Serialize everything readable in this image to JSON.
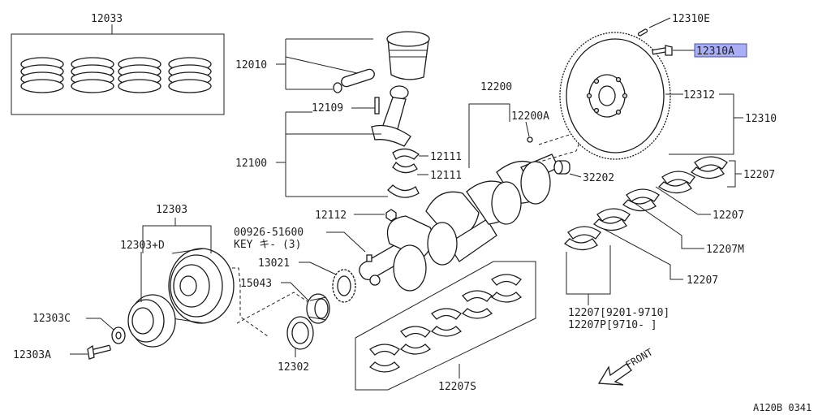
{
  "labels": {
    "p12033": "12033",
    "p12010": "12010",
    "p12109": "12109",
    "p12100": "12100",
    "p12111a": "12111",
    "p12111b": "12111",
    "p12112": "12112",
    "p12200": "12200",
    "p12200a": "12200A",
    "p32202": "32202",
    "p12310e": "12310E",
    "p12310a": "12310A",
    "p12312": "12312",
    "p12310": "12310",
    "p12207_1": "12207",
    "p12207_2": "12207",
    "p12207m": "12207M",
    "p12207_3": "12207",
    "p12207_range1": "12207[9201-9710]",
    "p12207p_range2": "12207P[9710-     ]",
    "p12303": "12303",
    "p12303d": "12303+D",
    "p12303c": "12303C",
    "p12303a": "12303A",
    "p00926": "00926-51600",
    "pkey": "KEY キ- (3)",
    "p13021": "13021",
    "p15043": "15043",
    "p12302": "12302",
    "p12207s": "12207S",
    "front": "FRONT",
    "ref": "A120B 0341"
  },
  "colors": {
    "highlight": "#a9aef5",
    "line": "#222222"
  },
  "icons": {
    "front_arrow": "arrow-down-left-icon"
  }
}
